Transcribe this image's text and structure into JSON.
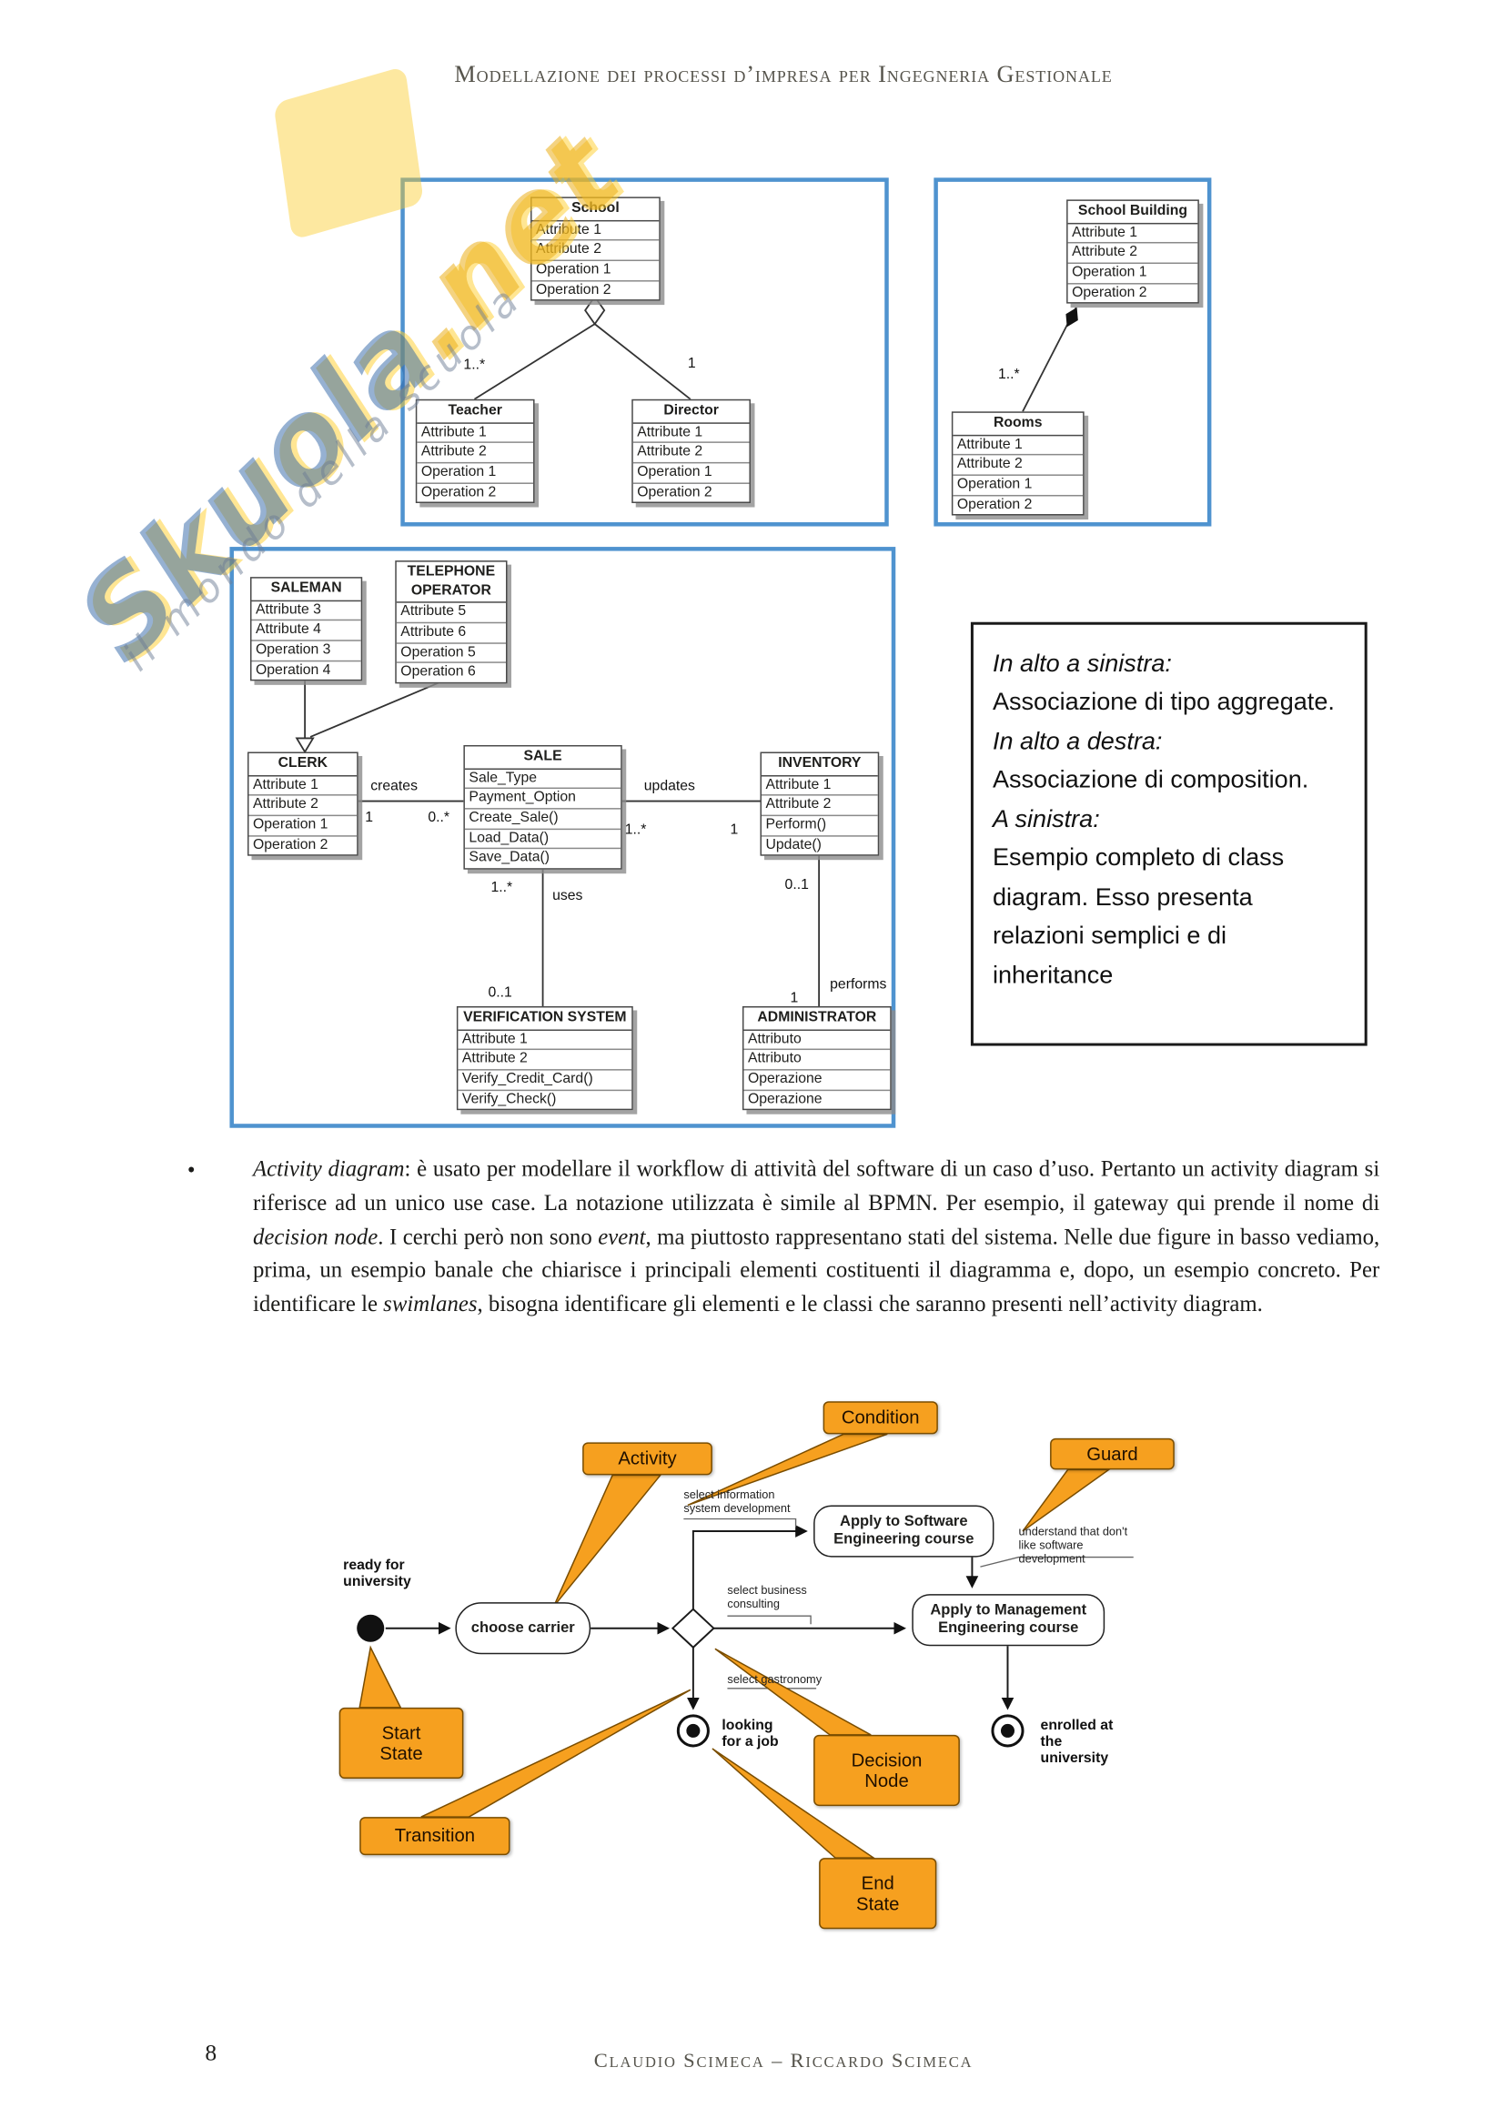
{
  "colors": {
    "frame_blue": "#4f93cf",
    "callout_orange": "#f6a01f",
    "header_gray": "#56544c"
  },
  "page": {
    "header_title": "Modellazione dei processi d’impresa per Ingegneria Gestionale",
    "footer_authors": "Claudio Scimeca – Riccardo Scimeca",
    "page_number": "8"
  },
  "watermark": {
    "brand_main": "Skuola",
    "brand_suffix": ".net",
    "tagline": "il mondo della scuola"
  },
  "aggregation_diagram": {
    "school": {
      "title": "School",
      "rows": [
        "Attribute 1",
        "Attribute 2",
        "Operation 1",
        "Operation 2"
      ]
    },
    "teacher": {
      "title": "Teacher",
      "rows": [
        "Attribute 1",
        "Attribute 2",
        "Operation 1",
        "Operation 2"
      ]
    },
    "director": {
      "title": "Director",
      "rows": [
        "Attribute 1",
        "Attribute 2",
        "Operation 1",
        "Operation 2"
      ]
    },
    "mult_teacher": "1..*",
    "mult_director": "1"
  },
  "composition_diagram": {
    "school_building": {
      "title": "School Building",
      "rows": [
        "Attribute 1",
        "Attribute 2",
        "Operation 1",
        "Operation 2"
      ]
    },
    "rooms": {
      "title": "Rooms",
      "rows": [
        "Attribute 1",
        "Attribute 2",
        "Operation 1",
        "Operation 2"
      ]
    },
    "mult_rooms": "1..*"
  },
  "class_diagram": {
    "saleman": {
      "title": "SALEMAN",
      "rows": [
        "Attribute 3",
        "Attribute 4",
        "Operation 3",
        "Operation 4"
      ]
    },
    "telephone_operator": {
      "title": "TELEPHONE OPERATOR",
      "rows": [
        "Attribute 5",
        "Attribute 6",
        "Operation 5",
        "Operation 6"
      ]
    },
    "clerk": {
      "title": "CLERK",
      "rows": [
        "Attribute 1",
        "Attribute 2",
        "Operation 1",
        "Operation 2"
      ]
    },
    "sale": {
      "title": "SALE",
      "rows": [
        "Sale_Type",
        "Payment_Option",
        "Create_Sale()",
        "Load_Data()",
        "Save_Data()"
      ]
    },
    "inventory": {
      "title": "INVENTORY",
      "rows": [
        "Attribute 1",
        "Attribute 2",
        "Perform()",
        "Update()"
      ]
    },
    "verification_system": {
      "title": "VERIFICATION SYSTEM",
      "rows": [
        "Attribute 1",
        "Attribute 2",
        "Verify_Credit_Card()",
        "Verify_Check()"
      ]
    },
    "administrator": {
      "title": "ADMINISTRATOR",
      "rows": [
        "Attributo",
        "Attributo",
        "Operazione",
        "Operazione"
      ]
    },
    "labels": {
      "creates": "creates",
      "updates": "updates",
      "uses": "uses",
      "performs": "performs",
      "clerk_mult": "1",
      "sale_mult_creates": "0..*",
      "sale_mult_updates": "1..*",
      "inventory_mult": "1",
      "sale_mult_uses": "1..*",
      "verification_mult": "0..1",
      "inventory_mult_performs": "0..1",
      "administrator_mult": "1"
    }
  },
  "infobox": {
    "h1": "In alto a sinistra:",
    "t1": "Associazione di tipo aggregate.",
    "h2": "In alto a destra:",
    "t2": "Associazione di composition.",
    "h3": "A sinistra:",
    "t3": "Esempio completo di class diagram. Esso presenta relazioni semplici e di inheritance"
  },
  "paragraph": {
    "bullet": "•",
    "lead_italic": "Activity diagram",
    "s1": ": è usato per modellare il workflow di attività del software di un caso d’uso. Pertanto un activity diagram si riferisce ad un unico use case. La notazione utilizzata è simile al BPMN. Per esempio, il gateway qui prende il nome di ",
    "i2": "decision node",
    "s2": ". I cerchi però non sono ",
    "i3": "event",
    "s3": ", ma piuttosto rappresentano stati del sistema. Nelle due figure in basso vediamo, prima, un esempio banale che chiarisce i principali elementi costituenti il diagramma e, dopo, un esempio concreto. Per identificare le ",
    "i4": "swimlanes",
    "s4": ", bisogna identificare gli elementi e le classi che saranno presenti nell’activity diagram."
  },
  "activity_figure": {
    "callouts": {
      "activity": "Activity",
      "condition": "Condition",
      "guard": "Guard",
      "start_state": "Start State",
      "transition": "Transition",
      "decision_node": "Decision Node",
      "end_state": "End State"
    },
    "nodes": {
      "choose_carrier": "choose carrier",
      "apply_software": "Apply to Software Engineering course",
      "apply_management": "Apply to Management Engineering course"
    },
    "state_labels": {
      "ready": "ready for university",
      "looking": "looking for a job",
      "enrolled": "enrolled at the university"
    },
    "notes": {
      "select_info": "select information system development",
      "select_business": "select business consulting",
      "select_gastronomy": "select gastronomy",
      "understand": "understand that don't like software development"
    }
  }
}
